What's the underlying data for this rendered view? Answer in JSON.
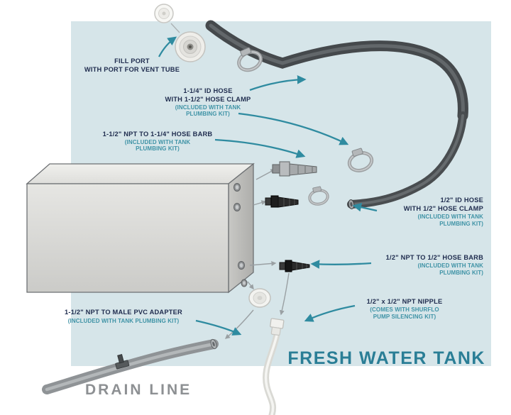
{
  "diagram": {
    "title": "FRESH WATER TANK",
    "drain_label": "DRAIN LINE",
    "colors": {
      "panel": "#d6e5e9",
      "arrow_accent": "#2f8ba0",
      "label_dark": "#1f2c4e",
      "label_note": "#3f93a6",
      "title_teal": "#2a7e96",
      "hose_dark": "#45494c",
      "drain_gray": "#8f9396"
    },
    "labels": {
      "fill_port": {
        "line1": "FILL PORT",
        "line2": "WITH PORT FOR VENT TUBE"
      },
      "hose_114": {
        "line1": "1-1/4\" ID HOSE",
        "line2": "WITH 1-1/2\" HOSE CLAMP",
        "note1": "(INCLUDED WITH TANK",
        "note2": "PLUMBING KIT)"
      },
      "barb_112": {
        "line1": "1-1/2\" NPT TO 1-1/4\" HOSE BARB",
        "note1": "(INCLUDED WITH TANK",
        "note2": "PLUMBING KIT)"
      },
      "hose_12": {
        "line1": "1/2\" ID HOSE",
        "line2": "WITH 1/2\" HOSE CLAMP",
        "note1": "(INCLUDED WITH TANK",
        "note2": "PLUMBING KIT)"
      },
      "barb_12": {
        "line1": "1/2\" NPT TO 1/2\" HOSE BARB",
        "note1": "(INCLUDED WITH TANK",
        "note2": "PLUMBING KIT)"
      },
      "nipple": {
        "line1": "1/2\" x 1/2\" NPT NIPPLE",
        "note1": "(COMES WITH SHURFLO",
        "note2": "PUMP SILENCING KIT)"
      },
      "pvc_adapter": {
        "line1": "1-1/2\" NPT TO MALE PVC ADAPTER",
        "note1": "(INCLUDED WITH TANK PLUMBING KIT)"
      }
    }
  }
}
